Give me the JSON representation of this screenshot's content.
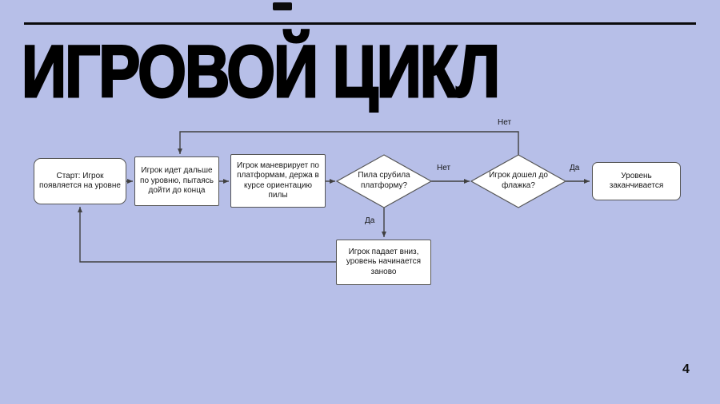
{
  "slide": {
    "title": "ИГРОВОЙ ЦИКЛ",
    "page_number": "4"
  },
  "colors": {
    "background": "#b7bfe8",
    "node_fill": "#ffffff",
    "node_border": "#565656",
    "connector": "#404040",
    "title": "#000000"
  },
  "flowchart": {
    "nodes": {
      "start": {
        "label": "Старт: Игрок появляется на уровне"
      },
      "walk": {
        "label": "Игрок идет дальше по уровню, пытаясь дойти до конца"
      },
      "maneuver": {
        "label": "Игрок маневрирует по платформам, держа в курсе ориентацию пилы"
      },
      "saw_check": {
        "label": "Пила срубила платформу?"
      },
      "flag_check": {
        "label": "Игрок дошел до флажка?"
      },
      "level_end": {
        "label": "Уровень заканчивается"
      },
      "fall": {
        "label": "Игрок падает вниз, уровень начинается заново"
      }
    },
    "edge_labels": {
      "saw_no": "Нет",
      "saw_yes": "Да",
      "flag_yes": "Да",
      "flag_no": "Нет"
    }
  }
}
